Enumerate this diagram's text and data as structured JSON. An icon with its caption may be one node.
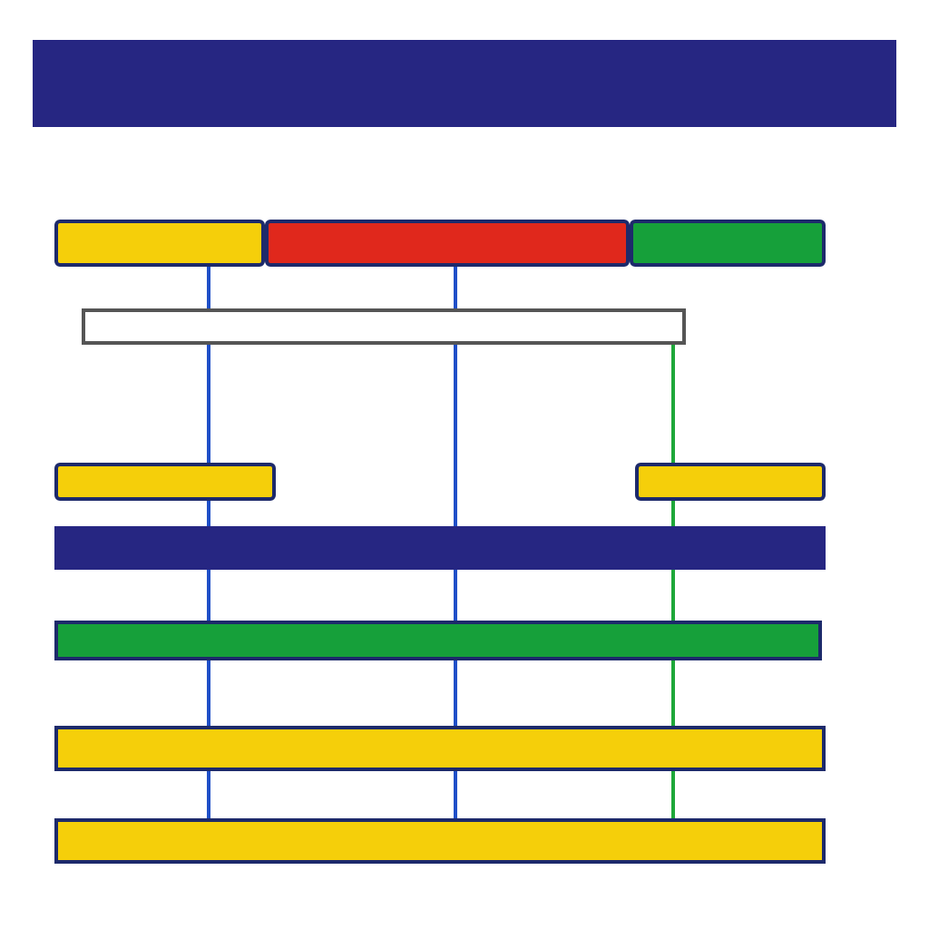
{
  "diagram": {
    "nodes": [
      {
        "text": [],
        "shape": "bar"
      },
      {
        "text": [],
        "shape": "box"
      },
      {
        "text": [],
        "shape": "box"
      },
      {
        "text": [],
        "shape": "box"
      },
      {
        "text": [],
        "shape": "bar"
      },
      {
        "text": [],
        "shape": "box"
      },
      {
        "text": [],
        "shape": "box"
      },
      {
        "text": [],
        "shape": "bar"
      },
      {
        "text": [],
        "shape": "bar"
      },
      {
        "text": [],
        "shape": "bar"
      },
      {
        "text": [],
        "shape": "bar"
      }
    ],
    "edges": [
      {
        "from": 1,
        "to": 4,
        "arrow": "none",
        "color": "#1f4fc8"
      },
      {
        "from": 4,
        "to": 5,
        "arrow": "none",
        "color": "#1f4fc8"
      },
      {
        "from": 5,
        "to": 7,
        "arrow": "none",
        "color": "#1f4fc8"
      },
      {
        "from": 7,
        "to": 8,
        "arrow": "none",
        "color": "#1f4fc8"
      },
      {
        "from": 8,
        "to": 9,
        "arrow": "none",
        "color": "#1f4fc8"
      },
      {
        "from": 9,
        "to": 10,
        "arrow": "none",
        "color": "#1f4fc8"
      },
      {
        "from": 2,
        "to": 4,
        "arrow": "none",
        "color": "#1f4fc8"
      },
      {
        "from": 4,
        "to": 7,
        "arrow": "none",
        "color": "#1f4fc8"
      },
      {
        "from": 7,
        "to": 8,
        "arrow": "none",
        "color": "#1f4fc8"
      },
      {
        "from": 8,
        "to": 9,
        "arrow": "none",
        "color": "#1f4fc8"
      },
      {
        "from": 9,
        "to": 10,
        "arrow": "none",
        "color": "#1f4fc8"
      },
      {
        "from": 4,
        "to": 6,
        "arrow": "none",
        "color": "#1fa83a"
      },
      {
        "from": 6,
        "to": 7,
        "arrow": "none",
        "color": "#1fa83a"
      },
      {
        "from": 7,
        "to": 8,
        "arrow": "none",
        "color": "#1fa83a"
      },
      {
        "from": 8,
        "to": 9,
        "arrow": "none",
        "color": "#1fa83a"
      },
      {
        "from": 9,
        "to": 10,
        "arrow": "none",
        "color": "#1fa83a"
      }
    ]
  }
}
